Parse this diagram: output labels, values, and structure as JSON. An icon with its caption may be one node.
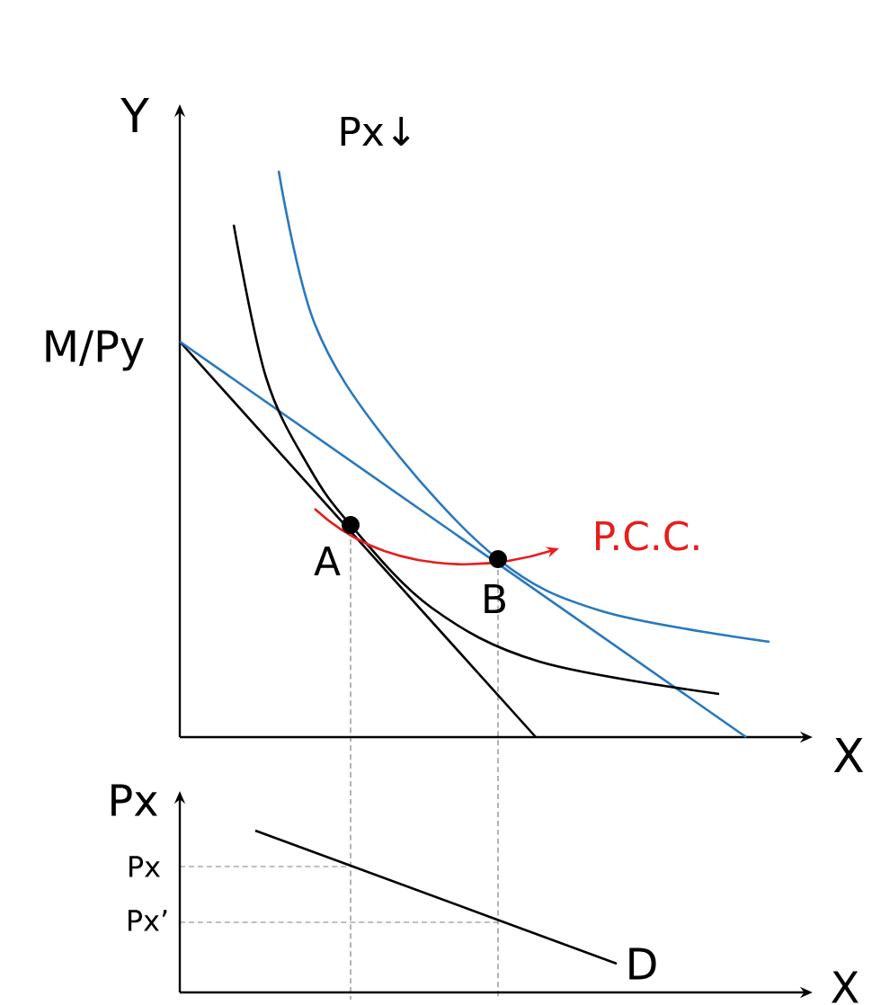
{
  "diagram": {
    "labels": [
      "Y",
      "Px↓",
      "M/Py",
      "A",
      "P.C.C.",
      "B",
      "X",
      "Px",
      "Px",
      "Px’",
      "D",
      "X"
    ]
  }
}
